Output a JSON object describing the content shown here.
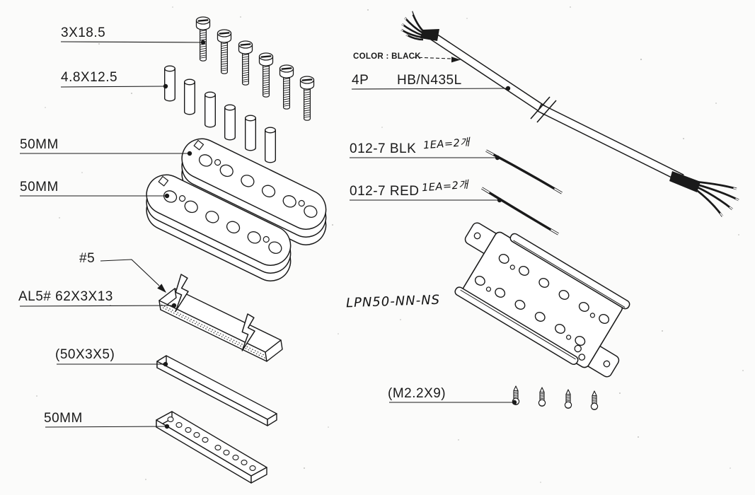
{
  "colors": {
    "paper": "#fbfbfa",
    "ink": "#1a1a1a"
  },
  "parts": {
    "machine_screws": {
      "label": "3X18.5",
      "qty": 6
    },
    "slugs": {
      "label": "4.8X12.5",
      "qty": 6
    },
    "bobbin_top": {
      "label": "50MM",
      "qty": 1
    },
    "bobbin_bottom": {
      "label": "50MM",
      "qty": 1
    },
    "magnet": {
      "grade": "#5",
      "label": "AL5# 62X3X13",
      "qty": 1
    },
    "spacer_bar": {
      "label": "(50X3X5)",
      "qty": 1
    },
    "keeper_bar": {
      "label": "50MM",
      "qty": 1
    },
    "cable": {
      "color_note": "COLOR : BLACK",
      "pins": "4P",
      "part_no": "HB/N435L",
      "qty": 1
    },
    "wire_black": {
      "label": "012-7 BLK",
      "note": "1EA=2개",
      "qty": 1
    },
    "wire_red": {
      "label": "012-7 RED",
      "note": "1EA=2개",
      "qty": 1
    },
    "baseplate": {
      "code": "LPN50-NN-NS",
      "qty": 1
    },
    "mounting_screws": {
      "label": "(M2.2X9)",
      "qty": 4
    }
  }
}
